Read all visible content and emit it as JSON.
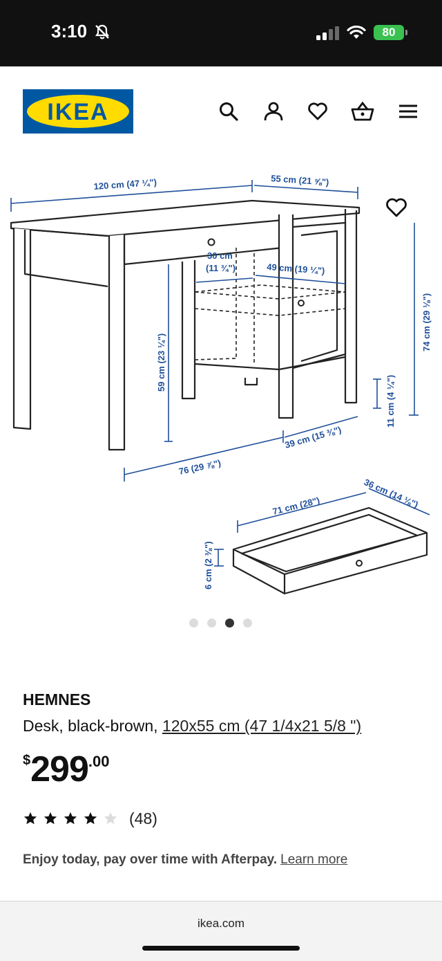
{
  "status_bar": {
    "time": "3:10",
    "battery": "80"
  },
  "header": {
    "logo_text": "IKEA",
    "icons": [
      "search-icon",
      "account-icon",
      "heart-icon",
      "cart-icon",
      "menu-icon"
    ]
  },
  "gallery": {
    "dimensions": {
      "width_top": "120 cm (47 ¼\")",
      "depth_top": "55 cm (21 ⅝\")",
      "height": "74 cm (29 ⅛\")",
      "leg_height": "59 cm (23 ¼\")",
      "shelf_depth": "30 cm",
      "shelf_depth_in": "(11 ¾\")",
      "shelf_width": "49 cm (19 ¼\")",
      "clearance": "11 cm (4 ¼\")",
      "inner_depth": "39 cm (15 ⅜\")",
      "inner_width": "76 (29 ⅞\")",
      "drawer_width": "71 cm (28\")",
      "drawer_depth": "36 cm (14 ⅛\")",
      "drawer_height": "6 cm (2 ⅜\")"
    },
    "dot_count": 4,
    "active_dot": 2
  },
  "product": {
    "brand": "HEMNES",
    "description": "Desk, black-brown,",
    "size": "120x55 cm (47 1/4x21 5/8 \")",
    "currency": "$",
    "price_whole": "299",
    "price_cents": ".00",
    "rating": 4,
    "rating_max": 5,
    "review_count": "(48)"
  },
  "afterpay": {
    "text": "Enjoy today, pay over time with Afterpay.",
    "link": "Learn more"
  },
  "browser": {
    "url": "ikea.com"
  },
  "colors": {
    "ikea_blue": "#0058a3",
    "ikea_yellow": "#ffdb00",
    "dimension_blue": "#1f4f9a"
  }
}
